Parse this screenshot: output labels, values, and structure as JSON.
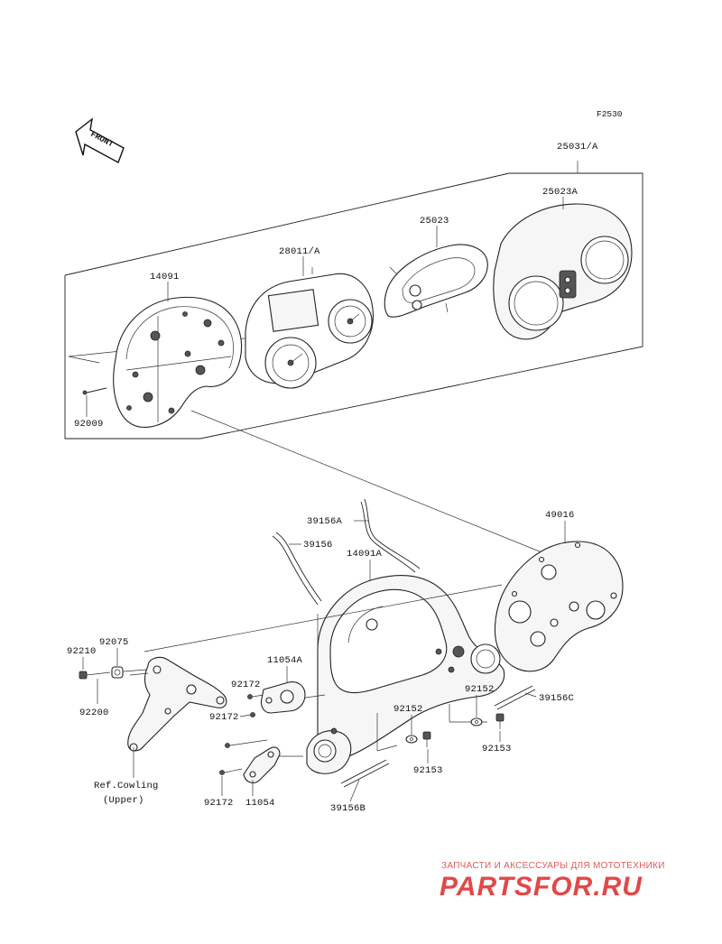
{
  "diagram_code": "F2530",
  "direction_label": "FRONT",
  "labels": {
    "assy": "25031/A",
    "lens_cover": "25023A",
    "cover": "25023",
    "meter": "28011/A",
    "case": "14091",
    "screw_92009": "92009",
    "tape_a": "39156A",
    "tape": "39156",
    "case_a": "14091A",
    "plate": "49016",
    "bolt_92210": "92210",
    "collar_92075": "92075",
    "nut_92200": "92200",
    "screw_92172_1": "92172",
    "screw_92172_2": "92172",
    "screw_92172_3": "92172",
    "bracket_a": "11054A",
    "bracket": "11054",
    "washer_92152_1": "92152",
    "washer_92152_2": "92152",
    "tape_c": "39156C",
    "bolt_92153_1": "92153",
    "bolt_92153_2": "92153",
    "tape_b": "39156B",
    "ref_line1": "Ref.Cowling",
    "ref_line2": "(Upper)"
  },
  "watermark": {
    "tagline": "ЗАПЧАСТИ И АКСЕССУАРЫ ДЛЯ МОТОТЕХНИКИ",
    "brand": "PARTSFOR.RU"
  }
}
